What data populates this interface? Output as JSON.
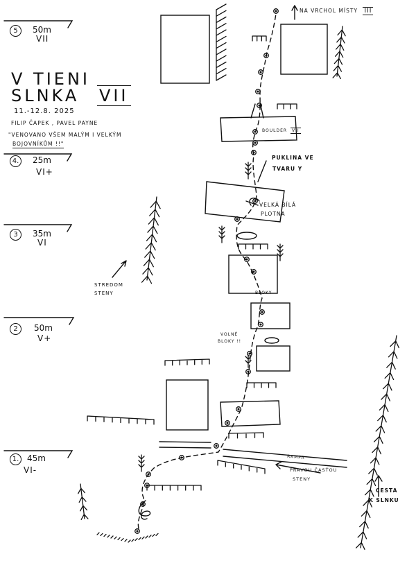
{
  "title": {
    "line1": "V TIENI",
    "line2": "SLNKA",
    "grade": "VII"
  },
  "date": "11.-12.8. 2025",
  "authors": "FILIP ČAPEK , PAVEL PAYNE",
  "dedication": {
    "line1": "\"VENOVANO VŠEM MALÝM I VELKÝM",
    "line2": "BOJOVNÍKŮM !!\""
  },
  "pitches": [
    {
      "number": "5",
      "length": "50m",
      "grade": "VII"
    },
    {
      "number": "4.",
      "length": "25m",
      "grade": "VI+"
    },
    {
      "number": "3",
      "length": "35m",
      "grade": "VI"
    },
    {
      "number": "2",
      "length": "50m",
      "grade": "V+"
    },
    {
      "number": "1.",
      "length": "45m",
      "grade": "VI-"
    }
  ],
  "labels": {
    "summit_a": "NA VRCHOL MÍSTY",
    "summit_b": "III",
    "boulder_a": "BOULDER",
    "boulder_b": "VII",
    "crack_1": "PUKLINA VE",
    "crack_2": "TVARU Y",
    "slab_1": "VELKÁ BÍLÁ",
    "slab_2": "PLOTNA",
    "blocks_1": "BLOKY",
    "loose_1": "VOLNÉ",
    "loose_2": "BLOKY !!",
    "center_1": "STREDOM",
    "center_2": "STENY",
    "ramp": "RAMPA",
    "right_1": "PRAVOU ČASŤOU",
    "right_2": "STENY",
    "path_1": "CESTA",
    "path_2": "K SLNKU"
  }
}
